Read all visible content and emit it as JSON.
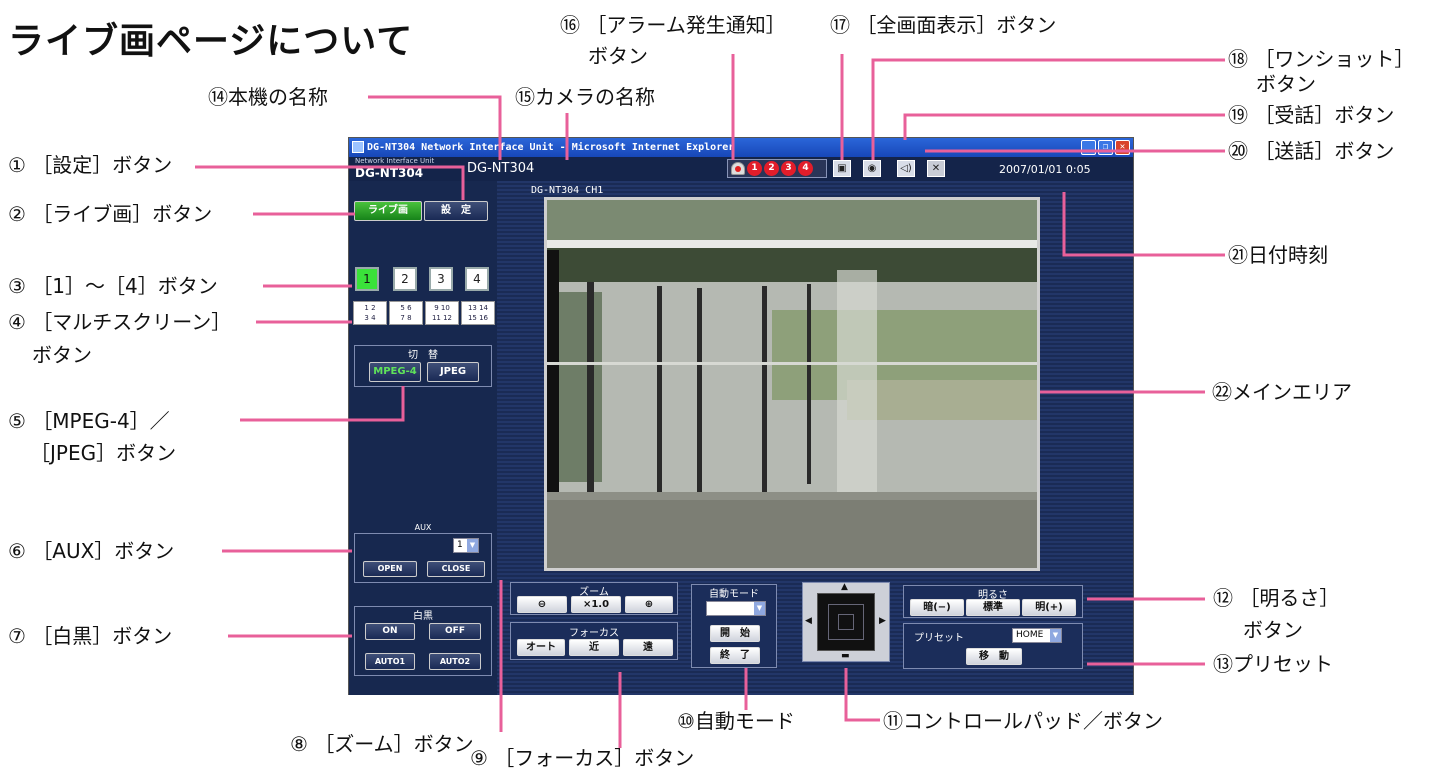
{
  "page_title": "ライブ画ページについて",
  "window": {
    "titlebar": "DG-NT304 Network Interface Unit - Microsoft Internet Explorer",
    "buttons": [
      "_",
      "❐",
      "✕"
    ]
  },
  "header": {
    "brand_small": "Network Interface Unit",
    "brand": "DG-NT304",
    "device_name": "DG-NT304",
    "alarm_numbers": [
      "1",
      "2",
      "3",
      "4"
    ],
    "datetime": "2007/01/01  0:05",
    "icons": [
      "fullscreen-icon",
      "camera-icon",
      "speaker-icon",
      "mic-off-icon"
    ]
  },
  "sidebar": {
    "live_label": "ライブ画",
    "settings_label": "設　定",
    "cameras": [
      "1",
      "2",
      "3",
      "4"
    ],
    "multi": [
      [
        "1 2",
        "3 4"
      ],
      [
        "5 6",
        "7 8"
      ],
      [
        "9 10",
        "11 12"
      ],
      [
        "13 14",
        "15 16"
      ]
    ],
    "codec_label": "切　替",
    "mpeg4_label": "MPEG-4",
    "jpeg_label": "JPEG",
    "aux_label": "AUX",
    "aux_value": "1",
    "aux_open": "OPEN",
    "aux_close": "CLOSE",
    "bw_label": "白黒",
    "bw_on": "ON",
    "bw_off": "OFF",
    "bw_auto1": "AUTO1",
    "bw_auto2": "AUTO2"
  },
  "main": {
    "camera_label": "DG-NT304  CH1"
  },
  "controls": {
    "zoom_label": "ズーム",
    "zoom_value": "×1.0",
    "focus_label": "フォーカス",
    "focus_auto": "オート",
    "focus_near": "近",
    "focus_far": "遠",
    "automode_label": "自動モード",
    "automode_start": "開　始",
    "automode_end": "終　了",
    "brightness_label": "明るさ",
    "bright_dark": "暗(−)",
    "bright_std": "標準",
    "bright_light": "明(+)",
    "preset_label": "プリセット",
    "preset_value": "HOME",
    "preset_move": "移　動"
  },
  "callouts": {
    "c1": "① ［設定］ボタン",
    "c2": "② ［ライブ画］ボタン",
    "c3": "③ ［1］〜［4］ボタン",
    "c4a": "④ ［マルチスクリーン］",
    "c4b": "ボタン",
    "c5a": "⑤ ［MPEG-4］／",
    "c5b": "［JPEG］ボタン",
    "c6": "⑥ ［AUX］ボタン",
    "c7": "⑦ ［白黒］ボタン",
    "c8": "⑧ ［ズーム］ボタン",
    "c9": "⑨ ［フォーカス］ボタン",
    "c10": "⑩自動モード",
    "c11": "⑪コントロールパッド／ボタン",
    "c12a": "⑫ ［明るさ］",
    "c12b": "ボタン",
    "c13": "⑬プリセット",
    "c14": "⑭本機の名称",
    "c15": "⑮カメラの名称",
    "c16a": "⑯ ［アラーム発生通知］",
    "c16b": "ボタン",
    "c17": "⑰ ［全画面表示］ボタン",
    "c18a": "⑱ ［ワンショット］",
    "c18b": "ボタン",
    "c19": "⑲ ［受話］ボタン",
    "c20": "⑳ ［送話］ボタン",
    "c21": "㉑日付時刻",
    "c22": "㉒メインエリア"
  },
  "colors": {
    "leader": "#e8609a",
    "panel": "#1b2d5a",
    "active": "#3ae23a"
  }
}
